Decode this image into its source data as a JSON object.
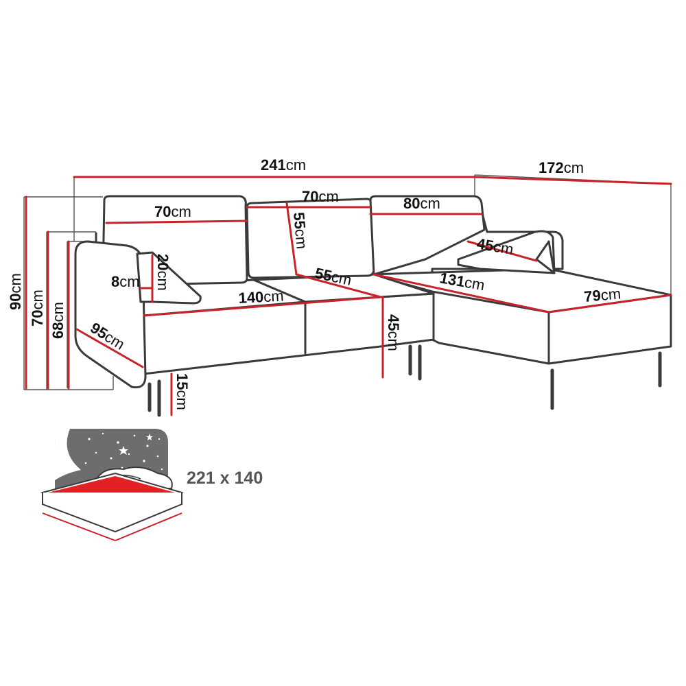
{
  "unit": "cm",
  "colors": {
    "outline": "#3a3a3a",
    "dimension_line": "#c8232a",
    "bed_surface": "#e32026",
    "night_sky": "#6d6d6d",
    "label": "#111111",
    "bed_label": "#555555"
  },
  "dimensions": {
    "total_width": {
      "value": "241",
      "unit": "cm"
    },
    "chaise_depth": {
      "value": "172",
      "unit": "cm"
    },
    "cushion_left": {
      "value": "70",
      "unit": "cm"
    },
    "cushion_middle": {
      "value": "70",
      "unit": "cm"
    },
    "cushion_right": {
      "value": "80",
      "unit": "cm"
    },
    "backrest_height": {
      "value": "55",
      "unit": "cm"
    },
    "small_pillow": {
      "value": "45",
      "unit": "cm"
    },
    "armrest_pillow": {
      "value": "20",
      "unit": "cm"
    },
    "armrest_width": {
      "value": "8",
      "unit": "cm"
    },
    "seat_depth": {
      "value": "55",
      "unit": "cm"
    },
    "chaise_length": {
      "value": "131",
      "unit": "cm"
    },
    "seat_width": {
      "value": "140",
      "unit": "cm"
    },
    "chaise_width": {
      "value": "79",
      "unit": "cm"
    },
    "seat_height": {
      "value": "45",
      "unit": "cm"
    },
    "side_depth": {
      "value": "95",
      "unit": "cm"
    },
    "leg_height": {
      "value": "15",
      "unit": "cm"
    },
    "total_height": {
      "value": "90",
      "unit": "cm"
    },
    "armrest_height_70": {
      "value": "70",
      "unit": "cm"
    },
    "armrest_height_68": {
      "value": "68",
      "unit": "cm"
    }
  },
  "bed": {
    "label": "221 x 140",
    "icon": "sleeping-function-icon"
  }
}
